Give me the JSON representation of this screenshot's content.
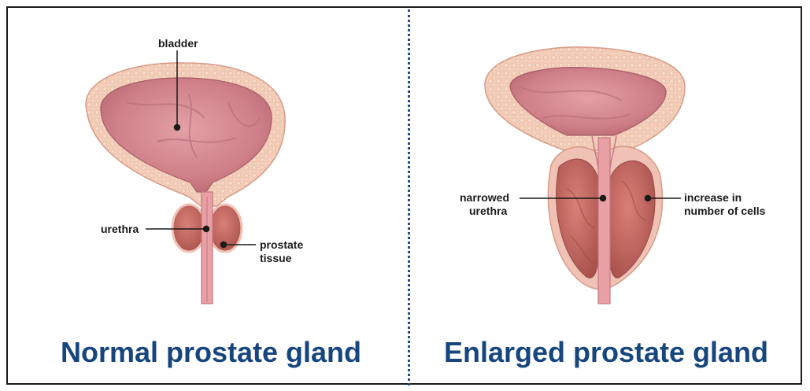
{
  "left_panel": {
    "title": "Normal prostate gland",
    "labels": {
      "bladder": "bladder",
      "urethra": "urethra",
      "prostate_tissue_line1": "prostate",
      "prostate_tissue_line2": "tissue"
    }
  },
  "right_panel": {
    "title": "Enlarged prostate gland",
    "labels": {
      "narrowed_urethra_line1": "narrowed",
      "narrowed_urethra_line2": "urethra",
      "increase_cells_line1": "increase in",
      "increase_cells_line2": "number of cells"
    }
  },
  "colors": {
    "title": "#17467f",
    "divider": "#1f4d8a",
    "bladder_wall": "#f2c9b4",
    "bladder_interior": "#d98c93",
    "prostate": "#c9655d",
    "urethra": "#e8a0a4"
  }
}
